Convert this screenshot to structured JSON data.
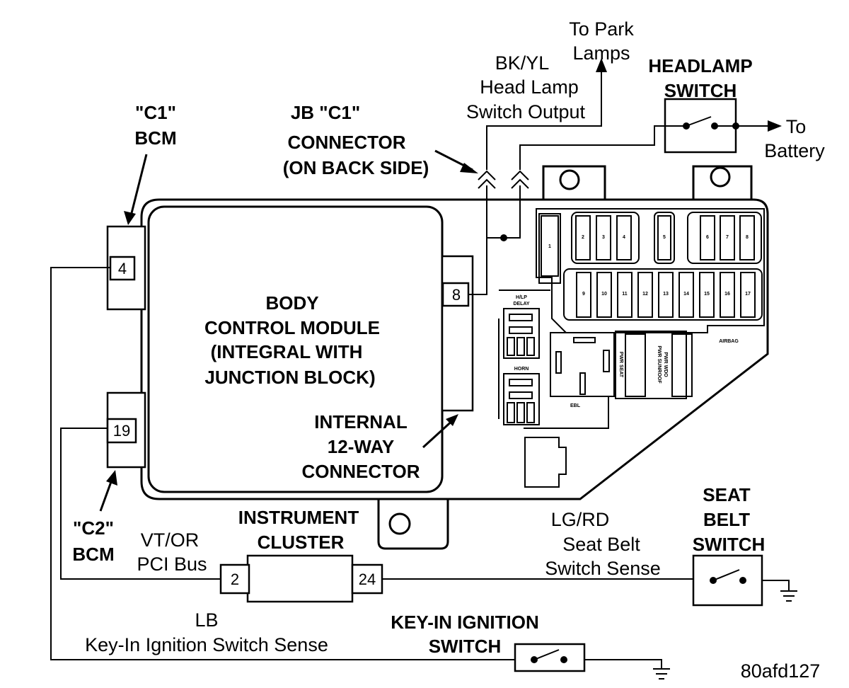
{
  "labels": {
    "to_park_lamps": [
      "To Park",
      "Lamps"
    ],
    "bk_yl": [
      "BK/YL",
      "Head Lamp",
      "Switch Output"
    ],
    "headlamp_switch": [
      "HEADLAMP",
      "SWITCH"
    ],
    "to_battery": [
      "To",
      "Battery"
    ],
    "jb_c1": [
      "JB \"C1\"",
      "CONNECTOR",
      "(ON BACK SIDE)"
    ],
    "c1_bcm": [
      "\"C1\"",
      "BCM"
    ],
    "c2_bcm": [
      "\"C2\"",
      "BCM"
    ],
    "bcm": [
      "BODY",
      "CONTROL MODULE",
      "(INTEGRAL WITH",
      "JUNCTION BLOCK)"
    ],
    "internal_connector": [
      "INTERNAL",
      "12-WAY",
      "CONNECTOR"
    ],
    "instrument_cluster": [
      "INSTRUMENT",
      "CLUSTER"
    ],
    "vt_or": [
      "VT/OR",
      "PCI Bus"
    ],
    "lg_rd": [
      "LG/RD",
      "Seat Belt",
      "Switch Sense"
    ],
    "seat_belt_switch": [
      "SEAT",
      "BELT",
      "SWITCH"
    ],
    "lb": [
      "LB",
      "Key-In Ignition Switch Sense"
    ],
    "key_in_switch": [
      "KEY-IN IGNITION",
      "SWITCH"
    ],
    "figure_id": "80afd127"
  },
  "pins": {
    "c1": "4",
    "c2": "19",
    "internal": "8",
    "cluster_left": "2",
    "cluster_right": "24"
  },
  "fuses": [
    "1",
    "2",
    "3",
    "4",
    "5",
    "6",
    "7",
    "8",
    "9",
    "10",
    "11",
    "12",
    "13",
    "14",
    "15",
    "16",
    "17"
  ],
  "block_labels": {
    "hlp_delay": [
      "H/LP",
      "DELAY"
    ],
    "horn": "HORN",
    "ebl": "EBL",
    "pwr_seat": "PWR SEAT",
    "pwr_wdo": "PWR WDO",
    "pwr_sunroof": "PWR SUNROOF",
    "airbag": "AIRBAG"
  }
}
